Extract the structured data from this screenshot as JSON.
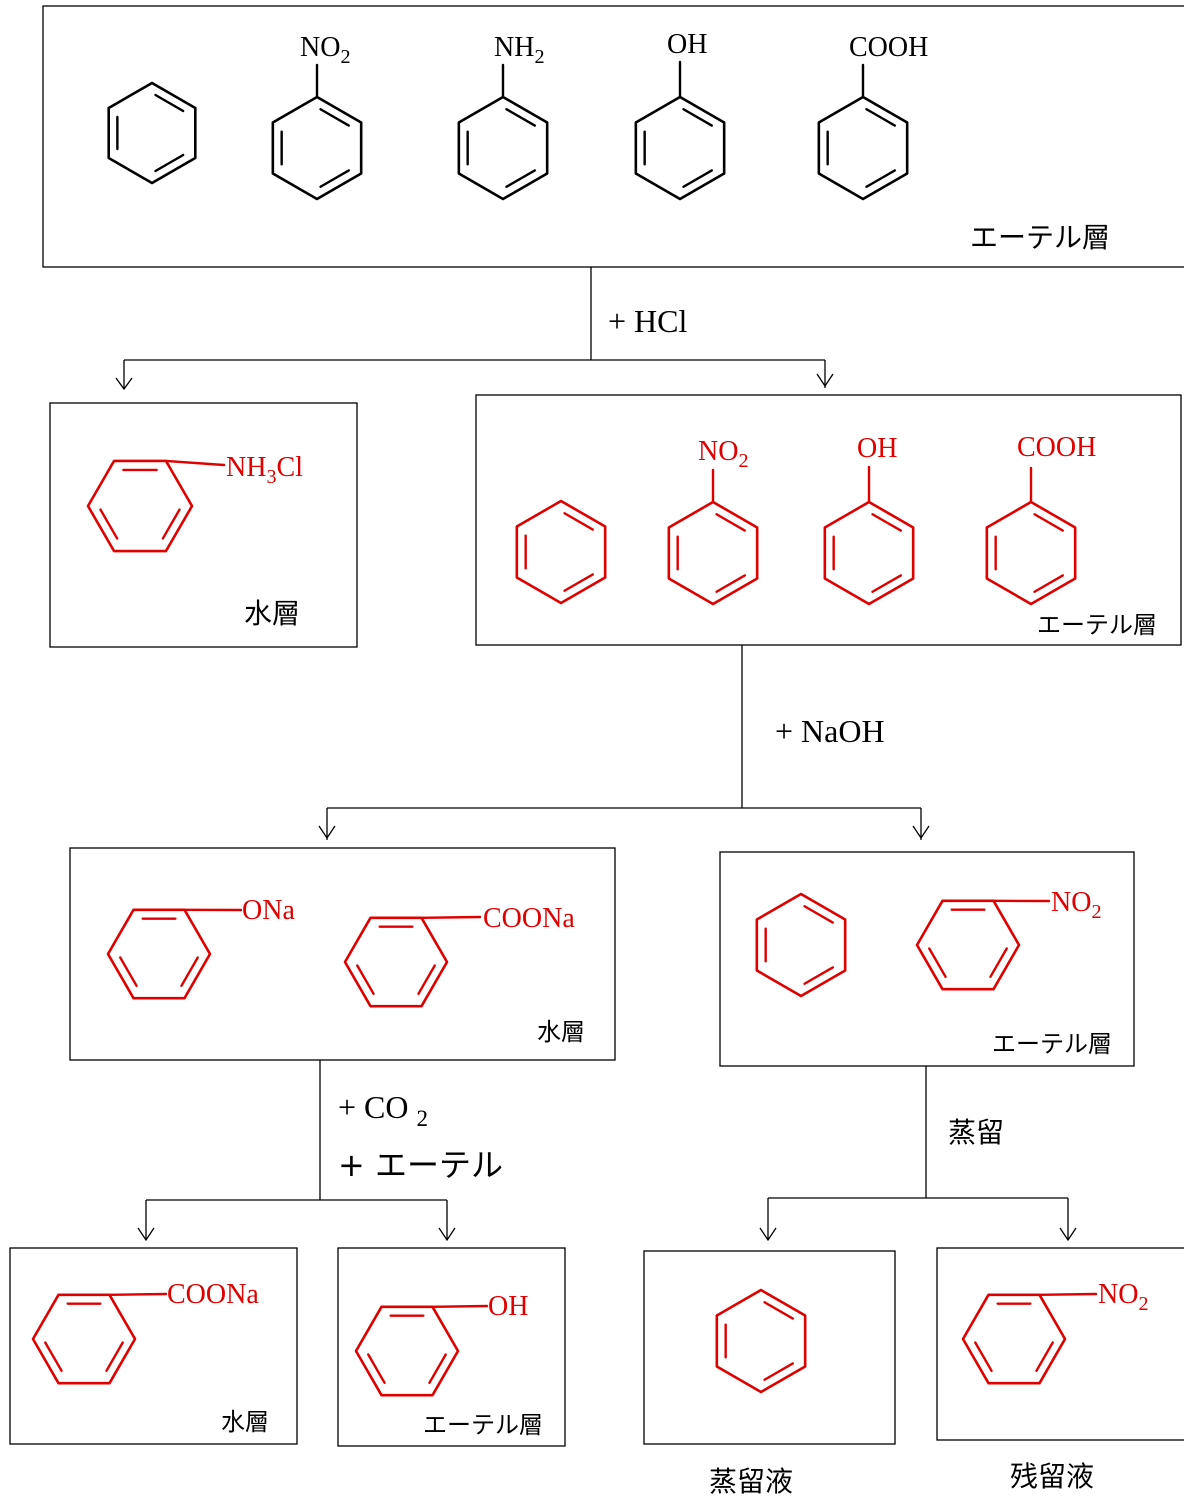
{
  "colors": {
    "top": "#000000",
    "product": "#e00000",
    "line": "#000000"
  },
  "top_box": {
    "layer": "エーテル層",
    "groups": {
      "nitro": "NO",
      "nitro_sub": "2",
      "amine": "NH",
      "amine_sub": "2",
      "hydroxyl": "OH",
      "carboxyl": "COOH"
    }
  },
  "step1": {
    "reagent": "+ HCl"
  },
  "aniline_salt_box": {
    "group": "NH",
    "group_sub": "3",
    "group_tail": "Cl",
    "layer": "水層"
  },
  "ether1_box": {
    "groups": {
      "nitro": "NO",
      "nitro_sub": "2",
      "hydroxyl": "OH",
      "carboxyl": "COOH"
    },
    "layer": "エーテル層"
  },
  "step2": {
    "reagent": "+ NaOH"
  },
  "salts_box": {
    "phenoxide": "ONa",
    "benzoate": "COONa",
    "layer": "水層"
  },
  "ether2_box": {
    "nitro": "NO",
    "nitro_sub": "2",
    "layer": "エーテル層"
  },
  "step3": {
    "reagent1": "+ CO",
    "reagent1_sub": "2",
    "reagent2": "+ エーテル"
  },
  "step4": {
    "reagent": "蒸留"
  },
  "benzoate_box": {
    "group": "COONa",
    "layer": "水層"
  },
  "phenol_box": {
    "group": "OH",
    "layer": "エーテル層"
  },
  "benzene_box": {
    "caption": "蒸留液"
  },
  "nitro_box": {
    "group": "NO",
    "group_sub": "2",
    "caption": "残留液"
  }
}
